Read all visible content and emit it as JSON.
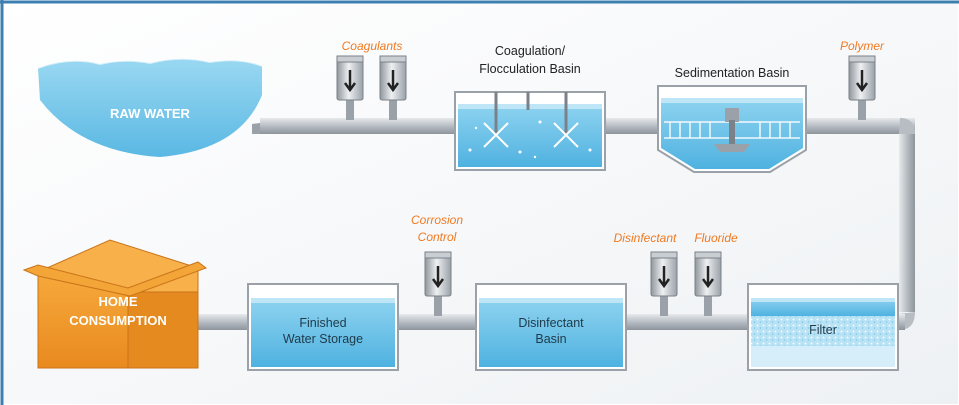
{
  "labels": {
    "raw_water": "RAW WATER",
    "coagulants": "Coagulants",
    "coag_line1": "Coagulation/",
    "coag_line2": "Flocculation Basin",
    "sedimentation": "Sedimentation Basin",
    "polymer": "Polymer",
    "corrosion_line1": "Corrosion",
    "corrosion_line2": "Control",
    "disinfectant": "Disinfectant",
    "fluoride": "Fluoride",
    "filter": "Filter",
    "disinfectant_basin_line1": "Disinfectant",
    "disinfectant_basin_line2": "Basin",
    "finished_line1": "Finished",
    "finished_line2": "Water Storage",
    "home_line1": "HOME",
    "home_line2": "CONSUMPTION"
  },
  "colors": {
    "frame": "#3d7fb0",
    "pipe": "#b9bec4",
    "water": "#6ec3e8",
    "water_light": "#bfe6f7",
    "chemical_label": "#f07a22",
    "house": "#f39a2e"
  }
}
